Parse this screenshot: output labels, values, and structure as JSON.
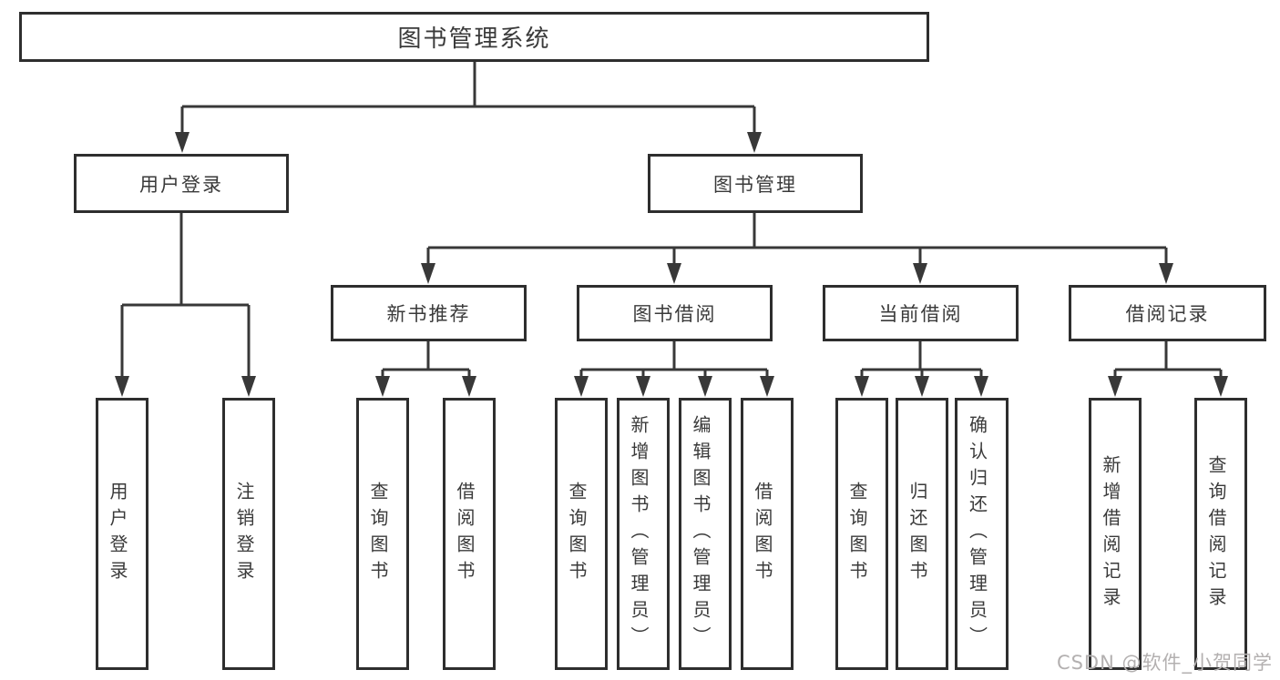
{
  "nodes": {
    "root": "图书管理系统",
    "user_login": "用户登录",
    "book_mgmt": "图书管理",
    "new_book_rec": "新书推荐",
    "book_borrow": "图书借阅",
    "current_borrow": "当前借阅",
    "borrow_records": "借阅记录",
    "ul_user_login": "用户登录",
    "ul_logout": "注销登录",
    "nb_query_book": "查询图书",
    "nb_borrow_book": "借阅图书",
    "bb_query_book": "查询图书",
    "bb_add_book": "新增图书（管理员）",
    "bb_edit_book": "编辑图书（管理员）",
    "bb_borrow_book": "借阅图书",
    "cb_query_book": "查询图书",
    "cb_return_book": "归还图书",
    "cb_confirm_return": "确认归还（管理员）",
    "br_add_record": "新增借阅记录",
    "br_query_record": "查询借阅记录"
  },
  "watermark": "CSDN @软件_小贺同学",
  "colors": {
    "line": "#383838",
    "box_border": "#2e2e2e",
    "text": "#3a3a3a",
    "watermark": "#b3b0b0",
    "background": "#ffffff"
  }
}
